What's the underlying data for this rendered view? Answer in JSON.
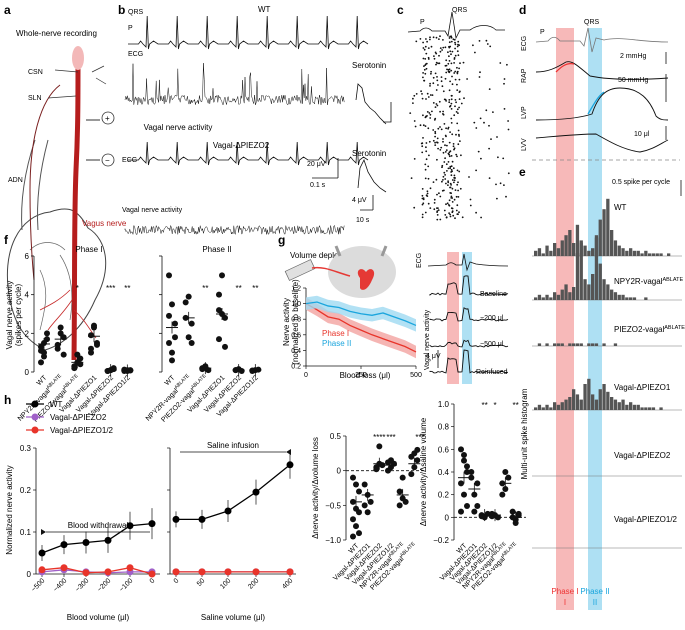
{
  "panel_letters": {
    "a": "a",
    "b": "b",
    "c": "c",
    "d": "d",
    "e": "e",
    "f": "f",
    "g": "g",
    "h": "h"
  },
  "panel_a": {
    "title": "Whole-nerve recording",
    "labels": {
      "csn": "CSN",
      "sln": "SLN",
      "adn": "ADN",
      "vagus": "Vagus nerve",
      "plus": "+",
      "minus": "−"
    }
  },
  "panel_b": {
    "labels": {
      "qrs": "QRS",
      "p": "P",
      "wt": "WT",
      "ecg": "ECG",
      "ecg2": "ECG",
      "vagal1": "Vagal nerve activity",
      "vagal2": "Vagal nerve activity",
      "genotype2": "Vagal-ΔPIEZO2",
      "serotonin1": "Serotonin",
      "serotonin2": "Serotonin"
    },
    "scale_bars": {
      "s1": "20 μV",
      "s2": "0.1 s",
      "s3": "4 μV",
      "s4": "10 s"
    }
  },
  "panel_c": {
    "labels": {
      "p": "P",
      "qrs": "QRS"
    }
  },
  "panel_d": {
    "labels": {
      "p": "P",
      "qrs": "QRS",
      "ecg": "ECG",
      "rap": "RAP",
      "lvp": "LVP",
      "lvv": "LVV"
    },
    "scale_bars": {
      "rap": "2 mmHg",
      "lvp": "50 mmHg",
      "lvv": "10 μl"
    }
  },
  "panel_e": {
    "scale": "0.5 spike per cycle",
    "ylabel": "Multi-unit spike histogram",
    "genotypes": [
      {
        "base": "WT",
        "sup": ""
      },
      {
        "base": "NPY2R-vagal",
        "sup": "ABLATE"
      },
      {
        "base": "PIEZO2-vagal",
        "sup": "ABLATE"
      },
      {
        "base": "Vagal-ΔPIEZO1",
        "sup": ""
      },
      {
        "base": "Vagal-ΔPIEZO2",
        "sup": ""
      },
      {
        "base": "Vagal-ΔPIEZO1/2",
        "sup": ""
      }
    ],
    "phase1": "Phase I",
    "phase2": "Phase II",
    "phase_numbers": {
      "p1": "I",
      "p2": "II"
    },
    "colors": {
      "phase1": "#f08080",
      "phase2": "#6cc6ea"
    }
  },
  "panel_f": {
    "ylabel": "Vagal nerve activity",
    "ylabel2": "(spikes per cycle)",
    "titles": [
      "Phase I",
      "Phase II"
    ],
    "yticks": [
      "0",
      "2",
      "4",
      "6"
    ],
    "categories": [
      {
        "base": "WT",
        "sup": ""
      },
      {
        "base": "NPY2R-vagal",
        "sup": "ABLATE"
      },
      {
        "base": "PIEZO2-vagal",
        "sup": "ABLATE"
      },
      {
        "base": "Vagal-ΔPIEZO1",
        "sup": ""
      },
      {
        "base": "Vagal-ΔPIEZO2",
        "sup": ""
      },
      {
        "base": "Vagal-ΔPIEZO1/2",
        "sup": ""
      }
    ],
    "sig_phase1": [
      "",
      "",
      "*",
      "",
      "***",
      "**"
    ],
    "sig_phase2": [
      "",
      "",
      "**",
      "",
      "**",
      "**"
    ]
  },
  "panel_g": {
    "title": "Volume depletion",
    "ylabel": "Nerve activity",
    "ylabel2": "(normalized to baseline)",
    "xlabel": "Blood loss (μl)",
    "xticks": [
      "0",
      "250",
      "500"
    ],
    "yticks": [
      "0.2",
      "0.4",
      "0.6",
      "0.8",
      "1.0",
      "1.2"
    ],
    "legend": [
      "Phase I",
      "Phase II"
    ],
    "traces": {
      "ecg": "ECG",
      "vagal": "Vagal nerve activity",
      "baseline": "Baseline",
      "m200": "−200 μl",
      "m500": "−500 μl",
      "reinfused": "Reinfused",
      "scale": "4 μV"
    }
  },
  "panel_h": {
    "ylabel": "Normalized nerve activity",
    "legend": [
      "WT",
      "Vagal-ΔPIEZO2",
      "Vagal-ΔPIEZO1/2"
    ],
    "colors": {
      "wt": "#000000",
      "p2": "#a060c8",
      "p12": "#e8342a"
    },
    "withdrawal_label": "Blood withdrawal",
    "infusion_label": "Saline infusion",
    "xlabel1": "Blood volume (μl)",
    "xlabel2": "Saline volume (μl)",
    "xticks1": [
      "−500",
      "−400",
      "−300",
      "−200",
      "−100",
      "0"
    ],
    "xticks2": [
      "0",
      "50",
      "100",
      "200",
      "400"
    ],
    "yticks": [
      "0",
      "0.1",
      "0.2",
      "0.3"
    ],
    "scatter1": {
      "ylabel": "Δnerve activity/Δvolume loss",
      "yticks": [
        "−1.0",
        "−0.5",
        "0",
        "0.5"
      ],
      "categories": [
        "WT",
        "Vagal-ΔPIEZO1",
        "Vagal-ΔPIEZO2",
        "Vagal-ΔPIEZO1/2",
        "NPY2R-vagal",
        "PIEZO2-vagal"
      ],
      "sups": [
        "",
        "",
        "",
        "",
        "ABLATE",
        "ABLATE"
      ],
      "sig": [
        "",
        "",
        "****",
        "***",
        "",
        ""
      ],
      "sig_right": "***"
    },
    "scatter2": {
      "ylabel": "Δnerve activity/Δsaline volume",
      "yticks": [
        "−0.2",
        "0",
        "0.2",
        "0.4",
        "0.6",
        "0.8",
        "1.0"
      ],
      "categories": [
        "WT",
        "Vagal-ΔPIEZO1",
        "Vagal-ΔPIEZO2",
        "Vagal-ΔPIEZO1/2",
        "NPY2R-vagal",
        "PIEZO2-vagal"
      ],
      "sups": [
        "",
        "",
        "",
        "",
        "ABLATE",
        "ABLATE"
      ],
      "sig": [
        "",
        "",
        "**",
        "*",
        "",
        "**"
      ]
    }
  },
  "chart_data": [
    {
      "type": "scatter",
      "panel": "f",
      "title": "Phase I",
      "ylim": [
        0,
        6
      ],
      "categories": [
        "WT",
        "NPY2R-vagal ABLATE",
        "PIEZO2-vagal ABLATE",
        "Vagal-ΔPIEZO1",
        "Vagal-ΔPIEZO2",
        "Vagal-ΔPIEZO1/2"
      ],
      "series": [
        {
          "values": [
            [
              1.1,
              1.5,
              2.0,
              1.3,
              0.8,
              1.7,
              0.5,
              1.0
            ],
            [
              1.2,
              2.3,
              1.8,
              1.4,
              2.0,
              0.9
            ],
            [
              0.3,
              0.5,
              0.7,
              0.2,
              0.9,
              0.4
            ],
            [
              1.2,
              2.3,
              1.5,
              1.9,
              2.4,
              1.4,
              1.0
            ],
            [
              0.05,
              0.1,
              0.15,
              0.05,
              0.1,
              0.2
            ],
            [
              0.05,
              0.1,
              0.08,
              0.12,
              0.05,
              0.1
            ]
          ],
          "means": [
            1.45,
            1.7,
            0.5,
            1.85,
            0.1,
            0.08
          ]
        }
      ]
    },
    {
      "type": "scatter",
      "panel": "f",
      "title": "Phase II",
      "ylim": [
        0,
        6
      ],
      "categories": [
        "WT",
        "NPY2R-vagal ABLATE",
        "PIEZO2-vagal ABLATE",
        "Vagal-ΔPIEZO1",
        "Vagal-ΔPIEZO2",
        "Vagal-ΔPIEZO1/2"
      ],
      "series": [
        {
          "values": [
            [
              5.0,
              3.5,
              2.5,
              1.5,
              1.0,
              1.8,
              2.9,
              0.6
            ],
            [
              2.8,
              3.9,
              2.5,
              3.6,
              1.8,
              1.5
            ],
            [
              0.2,
              0.3,
              0.1,
              0.15,
              0.25
            ],
            [
              4.0,
              5.0,
              2.8,
              1.7,
              3.0,
              1.3,
              3.2
            ],
            [
              0.1,
              0.15,
              0.05,
              0.1
            ],
            [
              0.05,
              0.1,
              0.12,
              0.08
            ]
          ],
          "means": [
            2.3,
            2.8,
            0.2,
            3.0,
            0.1,
            0.1
          ]
        }
      ]
    },
    {
      "type": "area",
      "panel": "g",
      "xlabel": "Blood loss (μl)",
      "ylabel": "Nerve activity (normalized to baseline)",
      "xlim": [
        0,
        500
      ],
      "ylim": [
        0.2,
        1.2
      ],
      "x": [
        0,
        50,
        100,
        150,
        200,
        250,
        300,
        350,
        400,
        450,
        500
      ],
      "series": [
        {
          "name": "Phase I",
          "values": [
            1.0,
            0.92,
            0.83,
            0.8,
            0.72,
            0.66,
            0.6,
            0.55,
            0.5,
            0.45,
            0.38
          ]
        },
        {
          "name": "Phase II",
          "values": [
            1.0,
            1.02,
            0.97,
            0.95,
            0.9,
            0.87,
            0.85,
            0.88,
            0.83,
            0.78,
            0.72
          ]
        }
      ]
    },
    {
      "type": "line",
      "panel": "h",
      "xlabel": "Blood volume (μl)",
      "ylabel": "Normalized nerve activity",
      "ylim": [
        0,
        0.3
      ],
      "x": [
        -500,
        -400,
        -300,
        -200,
        -100,
        0
      ],
      "series": [
        {
          "name": "WT",
          "values": [
            0.05,
            0.07,
            0.075,
            0.08,
            0.115,
            0.12
          ]
        },
        {
          "name": "Vagal-ΔPIEZO2",
          "values": [
            0.005,
            0.01,
            0.005,
            0.003,
            0.005,
            0.005
          ]
        },
        {
          "name": "Vagal-ΔPIEZO1/2",
          "values": [
            0.01,
            0.015,
            0.003,
            0.005,
            0.015,
            0.0
          ]
        }
      ]
    },
    {
      "type": "line",
      "panel": "h",
      "xlabel": "Saline volume (μl)",
      "ylim": [
        0,
        0.3
      ],
      "x": [
        0,
        50,
        100,
        200,
        400
      ],
      "series": [
        {
          "name": "WT",
          "values": [
            0.13,
            0.13,
            0.15,
            0.195,
            0.26
          ]
        },
        {
          "name": "Vagal-ΔPIEZO2",
          "values": [
            0.005,
            0.005,
            0.005,
            0.005,
            0.005
          ]
        },
        {
          "name": "Vagal-ΔPIEZO1/2",
          "values": [
            0.005,
            0.005,
            0.005,
            0.005,
            0.005
          ]
        }
      ]
    },
    {
      "type": "scatter",
      "panel": "h",
      "ylabel": "Δnerve activity/Δvolume loss",
      "ylim": [
        -1.0,
        0.5
      ],
      "categories": [
        "WT",
        "Vagal-ΔPIEZO1",
        "Vagal-ΔPIEZO2",
        "Vagal-ΔPIEZO1/2",
        "NPY2R-vagal ABLATE",
        "PIEZO2-vagal ABLATE"
      ],
      "series": [
        {
          "values": [
            [
              -0.1,
              -0.2,
              -0.3,
              -0.45,
              -0.55,
              -0.6,
              -0.7,
              -0.8,
              -0.9,
              -0.95
            ],
            [
              -0.2,
              -0.35,
              -0.45,
              -0.5,
              -0.6
            ],
            [
              0.05,
              0.1,
              0.08,
              0.02,
              0.35
            ],
            [
              0.0,
              0.05,
              0.1,
              0.12,
              0.15
            ],
            [
              -0.3,
              -0.4,
              -0.45,
              -0.5,
              -0.1
            ],
            [
              -0.05,
              0.05,
              0.15,
              0.2,
              0.25,
              0.3
            ]
          ],
          "means": [
            -0.45,
            -0.35,
            0.1,
            0.08,
            -0.35,
            0.1
          ]
        }
      ]
    },
    {
      "type": "scatter",
      "panel": "h",
      "ylabel": "Δnerve activity/Δsaline volume",
      "ylim": [
        -0.2,
        1.0
      ],
      "categories": [
        "WT",
        "Vagal-ΔPIEZO1",
        "Vagal-ΔPIEZO2",
        "Vagal-ΔPIEZO1/2",
        "NPY2R-vagal ABLATE",
        "PIEZO2-vagal ABLATE"
      ],
      "series": [
        {
          "values": [
            [
              0.6,
              0.5,
              0.4,
              0.3,
              0.2,
              0.1,
              0.05,
              0.55,
              0.45
            ],
            [
              0.4,
              0.2,
              0.1,
              0.35,
              0.05,
              0.3
            ],
            [
              0.02,
              0.0,
              0.03,
              0.01
            ],
            [
              0.03,
              0.02,
              0.0,
              0.01
            ],
            [
              0.2,
              0.25,
              0.35,
              0.3,
              0.4
            ],
            [
              0.0,
              -0.02,
              0.02,
              0.05,
              -0.05,
              0.03
            ]
          ],
          "means": [
            0.35,
            0.25,
            0.02,
            0.02,
            0.3,
            0.0
          ]
        }
      ]
    }
  ]
}
